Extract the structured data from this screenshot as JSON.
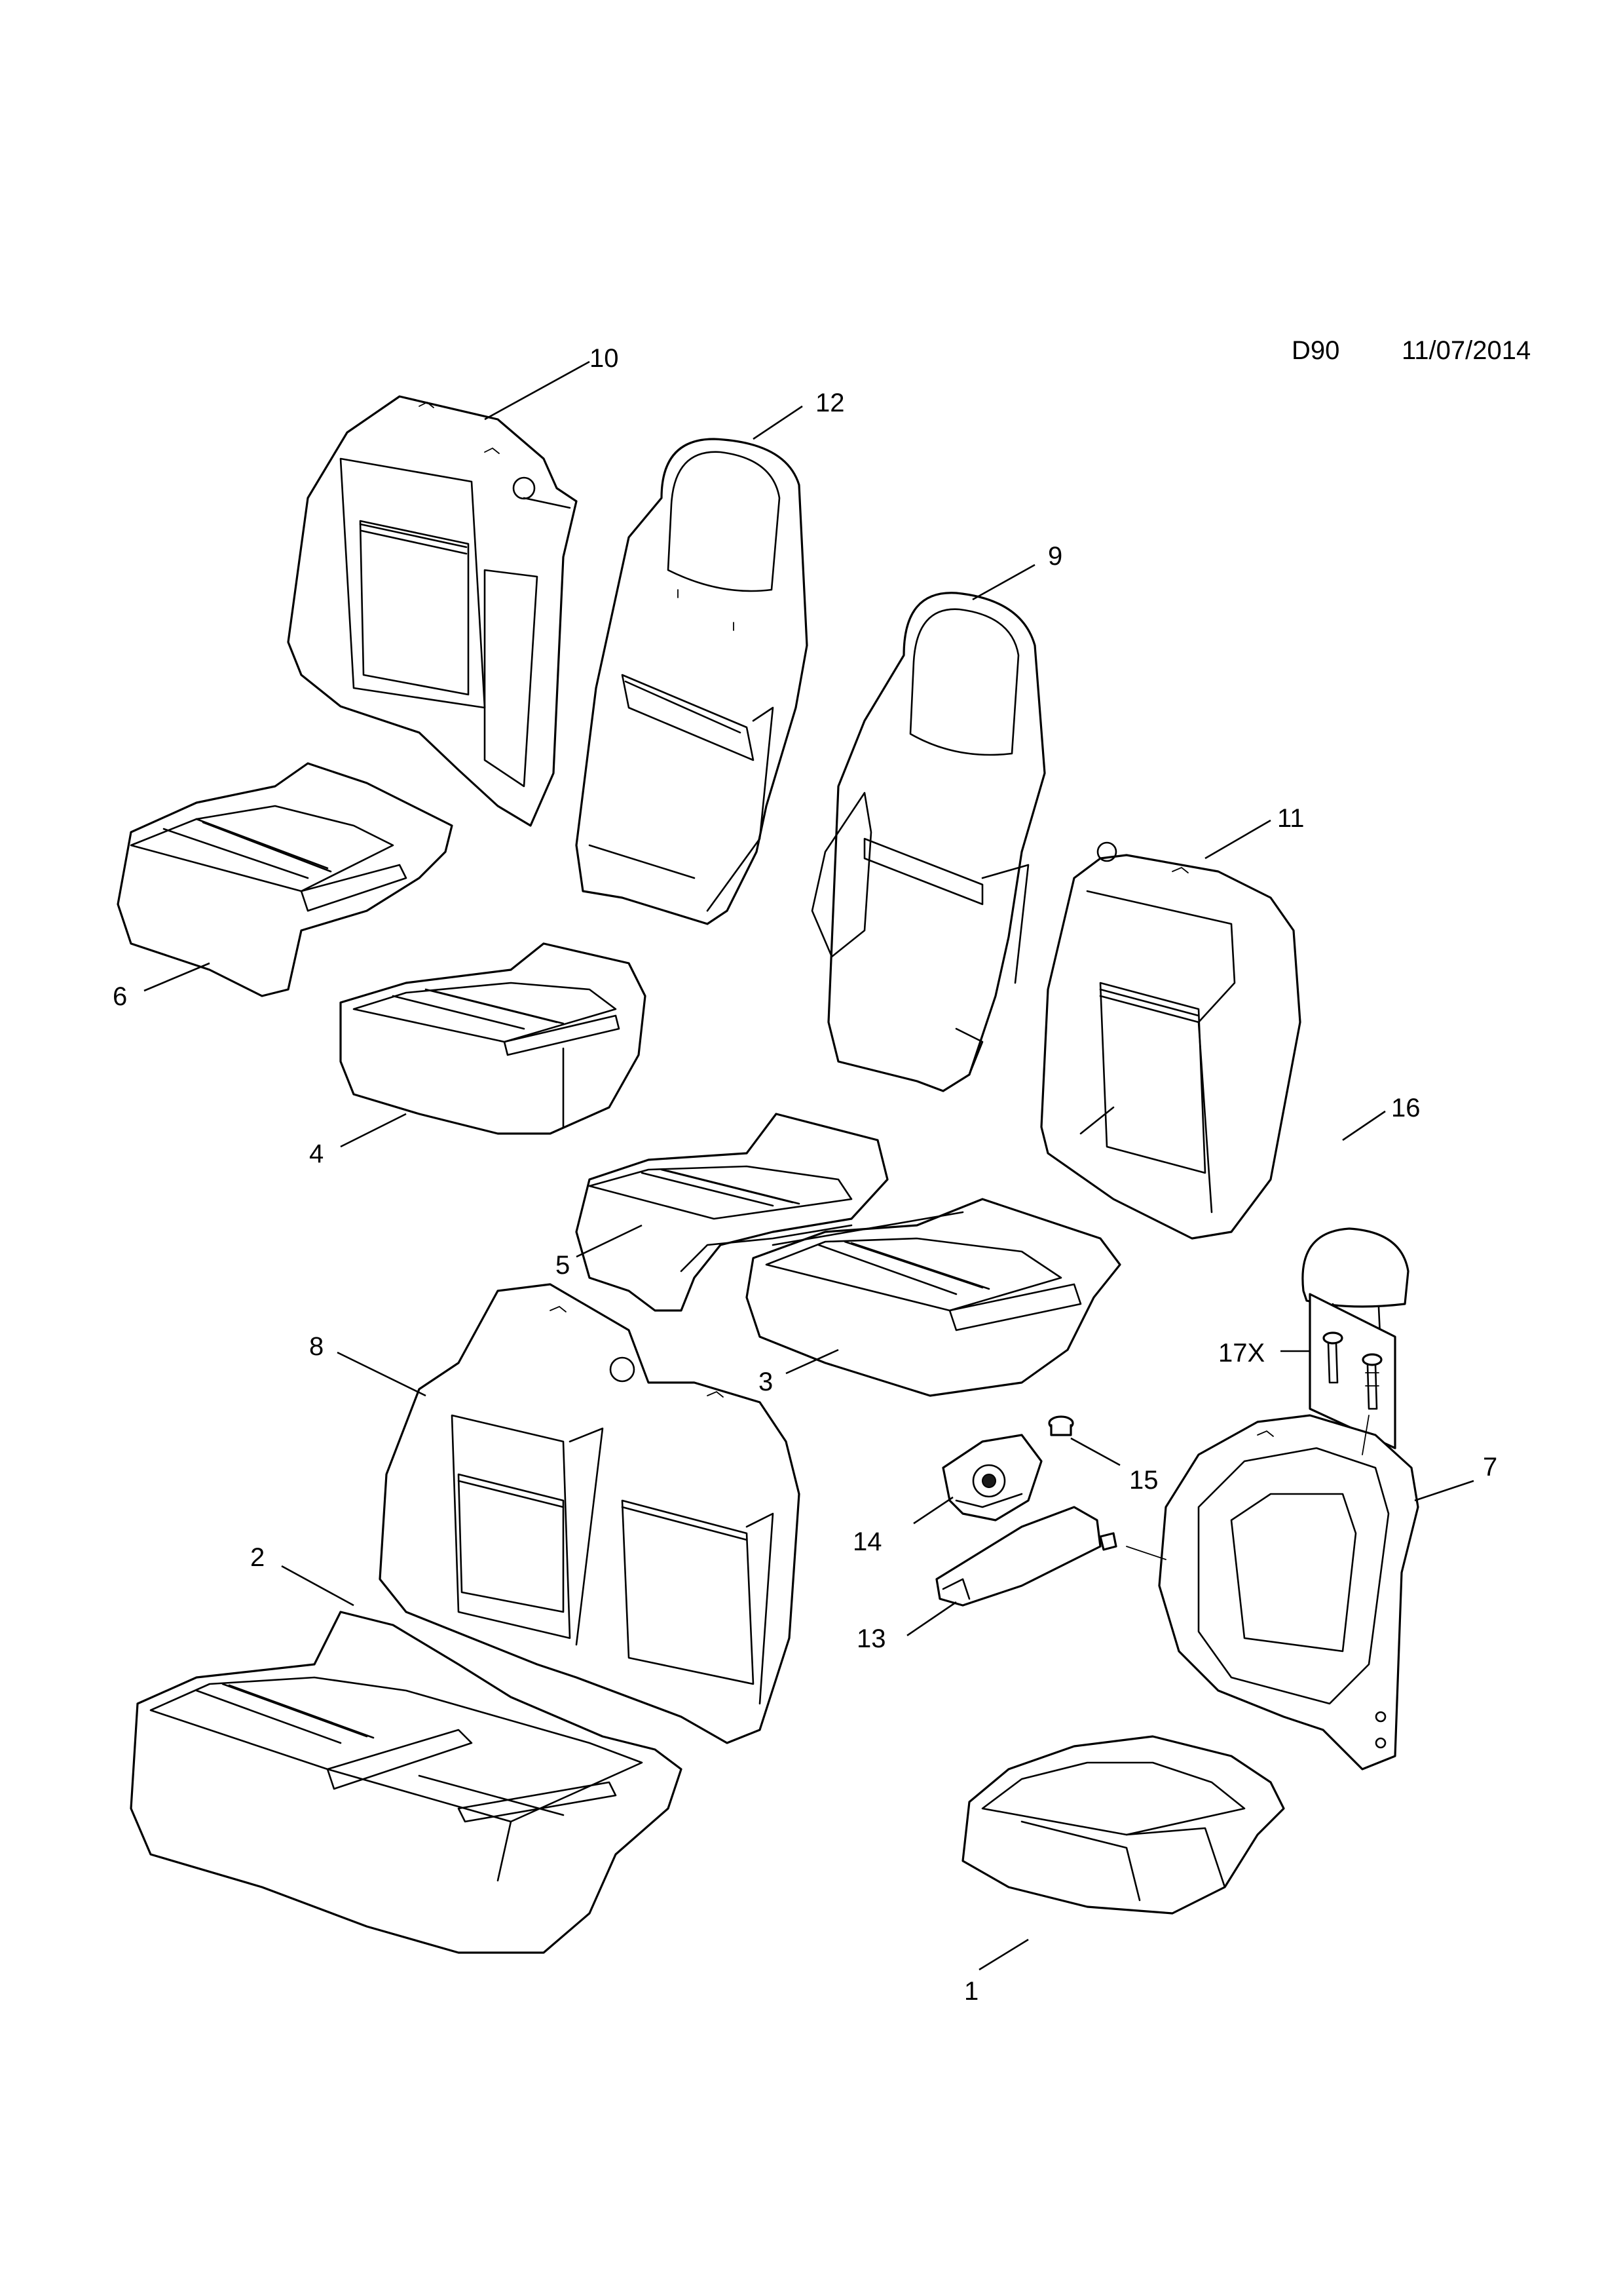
{
  "header": {
    "diagram_code": "D90",
    "date": "11/07/2014"
  },
  "callouts": {
    "c1": "1",
    "c2": "2",
    "c3": "3",
    "c4": "4",
    "c5": "5",
    "c6": "6",
    "c7": "7",
    "c8": "8",
    "c9": "9",
    "c10": "10",
    "c11": "11",
    "c12": "12",
    "c13": "13",
    "c14": "14",
    "c15": "15",
    "c16": "16",
    "c17": "17X"
  }
}
